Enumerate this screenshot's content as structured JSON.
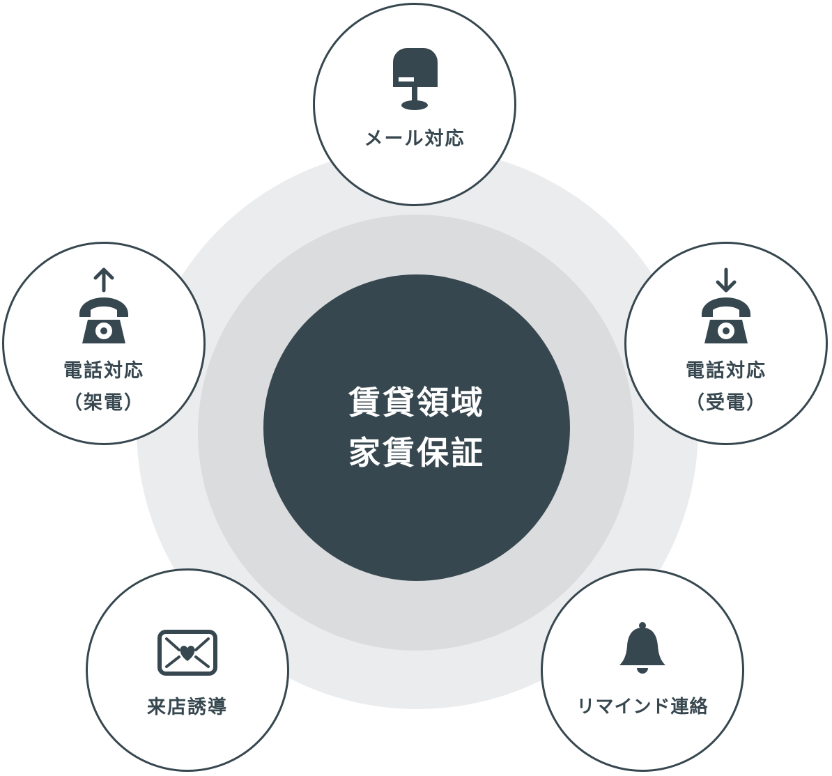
{
  "center": {
    "line1": "賃貸領域",
    "line2": "家賃保証"
  },
  "nodes": {
    "mail": {
      "label": "メール対応",
      "icon": "mailbox-icon"
    },
    "outgoing_call": {
      "label1": "電話対応",
      "label2": "（架電）",
      "icon": "telephone-outgoing-icon"
    },
    "incoming_call": {
      "label1": "電話対応",
      "label2": "（受電）",
      "icon": "telephone-incoming-icon"
    },
    "store_visit": {
      "label": "来店誘導",
      "icon": "heart-envelope-icon"
    },
    "reminder": {
      "label": "リマインド連絡",
      "icon": "bell-icon"
    }
  },
  "colors": {
    "primary": "#37474f",
    "ring_outer": "#ebecee",
    "ring_middle": "#dbdcde",
    "background": "#ffffff"
  }
}
